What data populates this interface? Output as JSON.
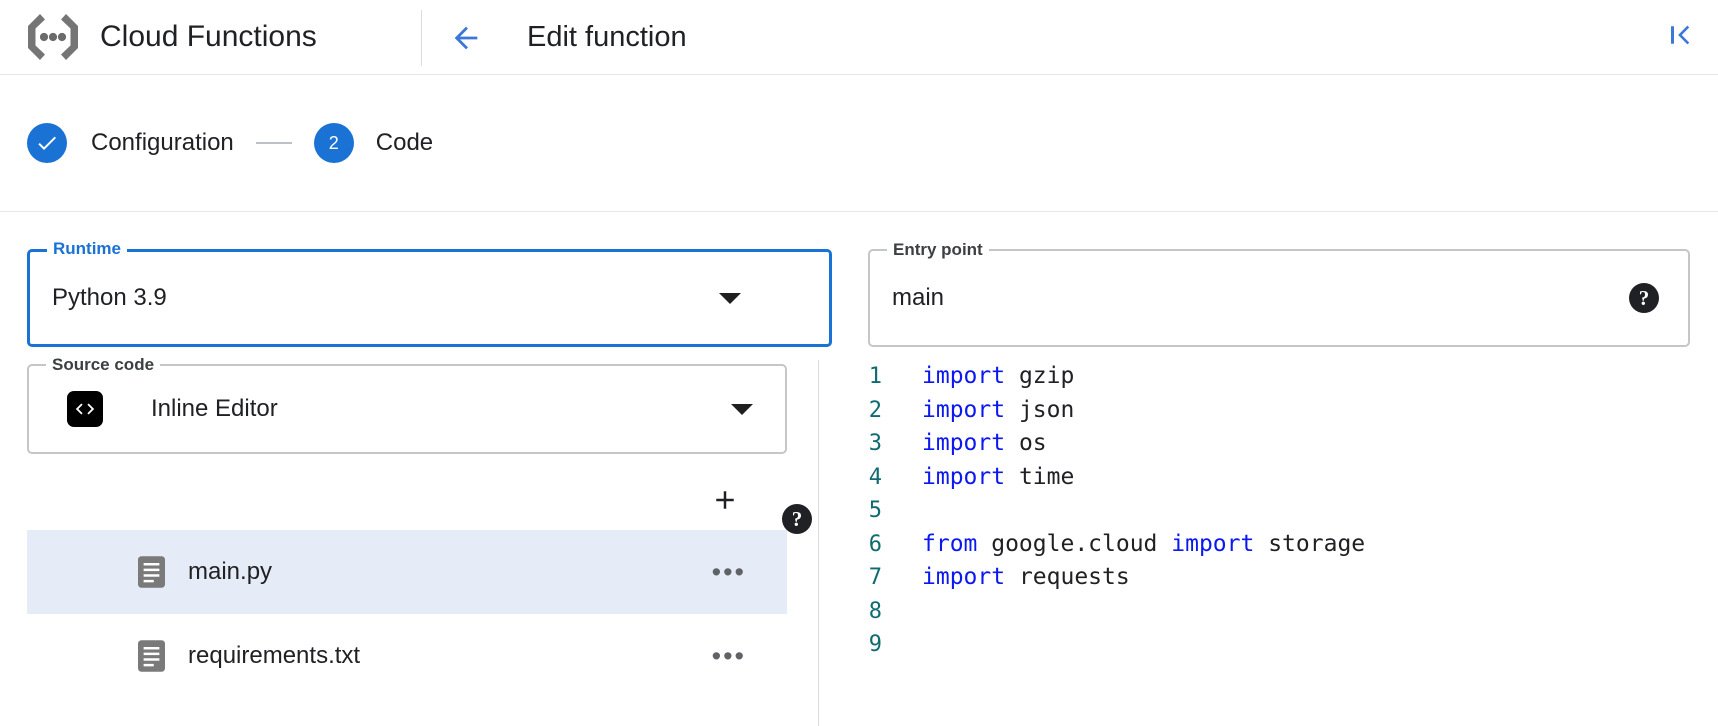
{
  "appbar": {
    "logo_icon": "cloud-functions-logo",
    "product_title": "Cloud Functions",
    "back_icon": "arrow-left-icon",
    "page_title": "Edit function",
    "collapse_icon": "collapse-panel-icon",
    "accent_color": "#1a73d4"
  },
  "stepper": {
    "steps": [
      {
        "indicator": "check",
        "label": "Configuration",
        "state": "completed"
      },
      {
        "indicator": "2",
        "label": "Code",
        "state": "active"
      }
    ],
    "separator": "—"
  },
  "form": {
    "runtime": {
      "label": "Runtime",
      "value": "Python 3.9",
      "caret_icon": "chevron-down-icon",
      "help_icon": "help-icon",
      "focused": true
    },
    "entry_point": {
      "label": "Entry point",
      "value": "main",
      "placeholder": "main",
      "help_icon": "help-icon"
    },
    "source_code": {
      "label": "Source code",
      "value": "Inline Editor",
      "badge_icon": "code-brackets-icon",
      "caret_icon": "chevron-down-icon"
    }
  },
  "files": {
    "add_icon": "plus-icon",
    "add_label": "Add file",
    "menu_icon": "overflow-menu-icon",
    "file_icon": "file-document-icon",
    "items": [
      {
        "name": "main.py",
        "selected": true
      },
      {
        "name": "requirements.txt",
        "selected": false
      }
    ]
  },
  "editor": {
    "language": "python",
    "keyword_color": "#0b18ef",
    "line_number_color": "#0f6b72",
    "lines": [
      {
        "n": "1",
        "tokens": [
          {
            "t": "import",
            "k": true
          },
          {
            "t": " gzip",
            "k": false
          }
        ]
      },
      {
        "n": "2",
        "tokens": [
          {
            "t": "import",
            "k": true
          },
          {
            "t": " json",
            "k": false
          }
        ]
      },
      {
        "n": "3",
        "tokens": [
          {
            "t": "import",
            "k": true
          },
          {
            "t": " os",
            "k": false
          }
        ]
      },
      {
        "n": "4",
        "tokens": [
          {
            "t": "import",
            "k": true
          },
          {
            "t": " time",
            "k": false
          }
        ]
      },
      {
        "n": "5",
        "tokens": []
      },
      {
        "n": "6",
        "tokens": [
          {
            "t": "from",
            "k": true
          },
          {
            "t": " google.cloud ",
            "k": false
          },
          {
            "t": "import",
            "k": true
          },
          {
            "t": " storage",
            "k": false
          }
        ]
      },
      {
        "n": "7",
        "tokens": [
          {
            "t": "import",
            "k": true
          },
          {
            "t": " requests",
            "k": false
          }
        ]
      },
      {
        "n": "8",
        "tokens": []
      },
      {
        "n": "9",
        "tokens": []
      }
    ]
  }
}
